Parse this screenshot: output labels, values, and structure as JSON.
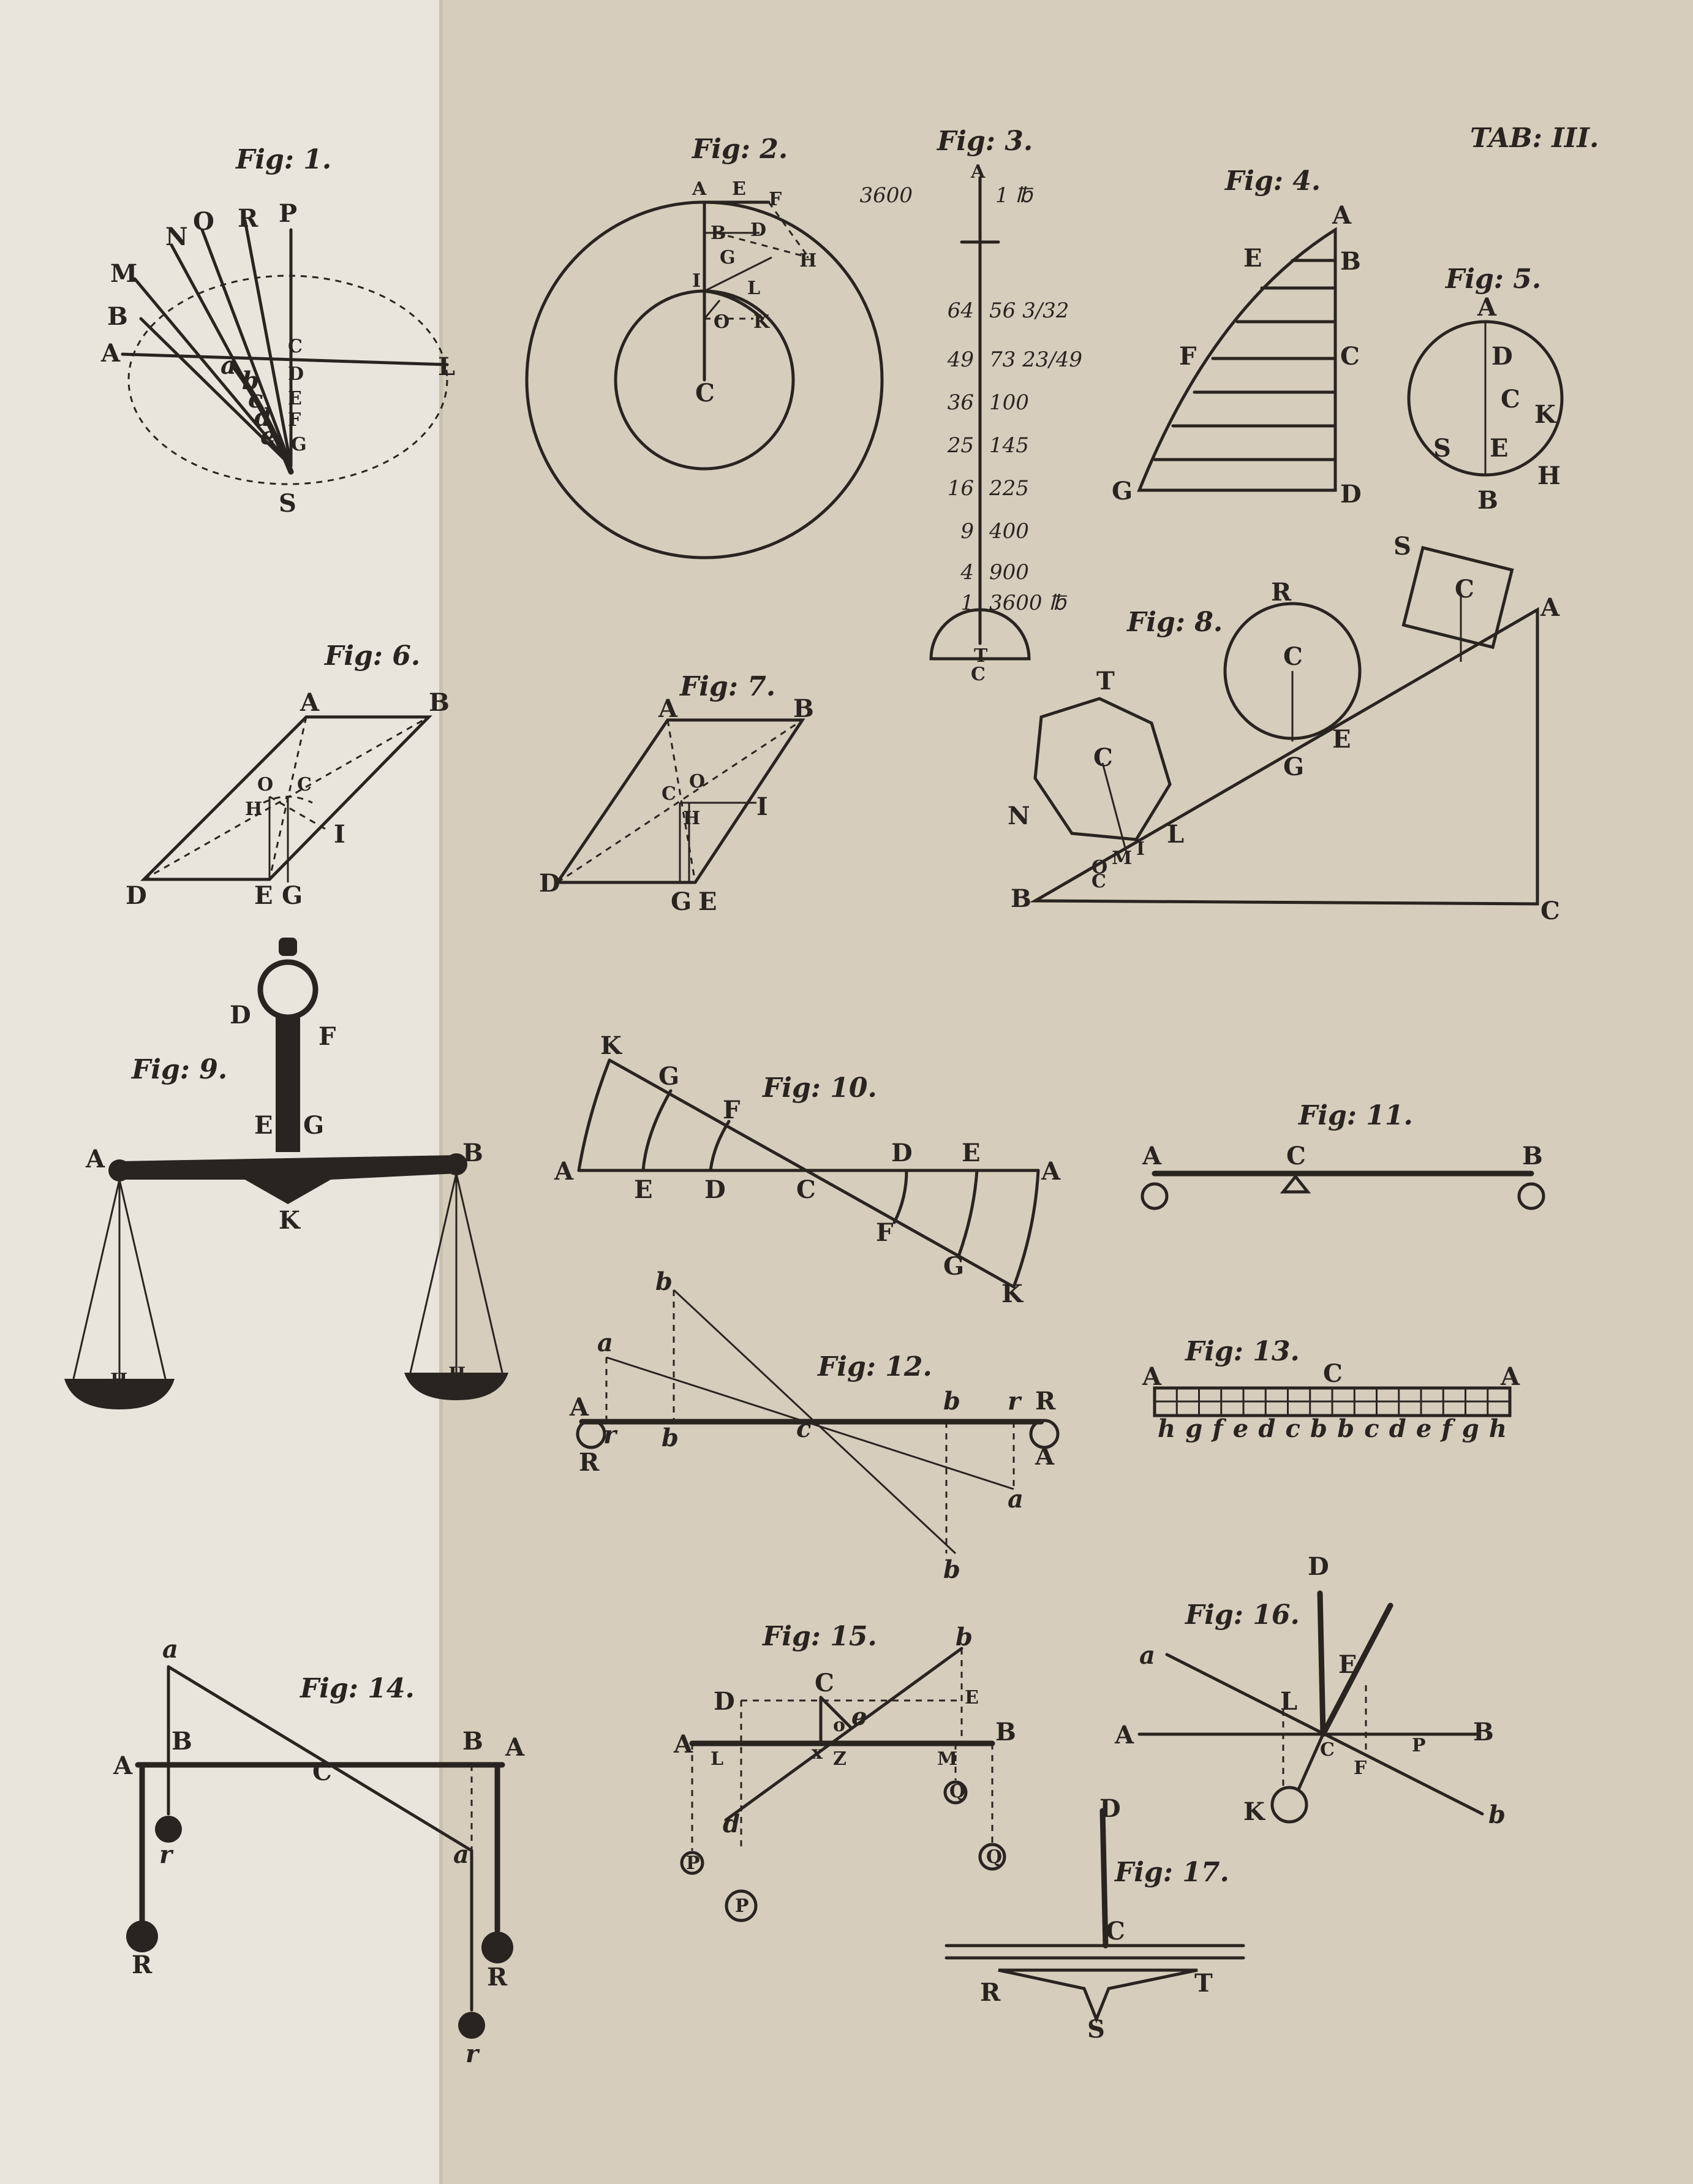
{
  "plate": {
    "tab": "TAB: III."
  },
  "figures": {
    "fig1": {
      "title": "Fig: 1.",
      "labels": [
        "N",
        "O",
        "R",
        "P",
        "M",
        "B",
        "A",
        "L",
        "C",
        "a",
        "D",
        "b",
        "E",
        "c",
        "F",
        "d",
        "G",
        "e",
        "S"
      ]
    },
    "fig2": {
      "title": "Fig: 2.",
      "labels": [
        "A",
        "E",
        "F",
        "B",
        "D",
        "G",
        "H",
        "I",
        "L",
        "O",
        "K",
        "C"
      ]
    },
    "fig3": {
      "title": "Fig: 3.",
      "top": "A",
      "bottom": "C",
      "ticks": [
        {
          "left": "3600",
          "right": "1 ℔"
        },
        {
          "left": "64",
          "right": "56 3/32"
        },
        {
          "left": "49",
          "right": "73 23/49"
        },
        {
          "left": "36",
          "right": "100"
        },
        {
          "left": "25",
          "right": "145"
        },
        {
          "left": "16",
          "right": "225"
        },
        {
          "left": "9",
          "right": "400"
        },
        {
          "left": "4",
          "right": "900"
        },
        {
          "left": "1",
          "right": "3600 ℔"
        }
      ],
      "base": "T"
    },
    "fig4": {
      "title": "Fig: 4.",
      "labels": [
        "A",
        "E",
        "B",
        "F",
        "C",
        "G",
        "D"
      ]
    },
    "fig5": {
      "title": "Fig: 5.",
      "labels": [
        "A",
        "D",
        "C",
        "K",
        "S",
        "E",
        "B",
        "H"
      ]
    },
    "fig6": {
      "title": "Fig: 6.",
      "labels": [
        "A",
        "B",
        "O",
        "C",
        "H",
        "I",
        "D",
        "E",
        "G"
      ]
    },
    "fig7": {
      "title": "Fig: 7.",
      "labels": [
        "A",
        "B",
        "O",
        "C",
        "H",
        "I",
        "D",
        "G",
        "E"
      ]
    },
    "fig8": {
      "title": "Fig: 8.",
      "labels": [
        "S",
        "C",
        "A",
        "R",
        "C",
        "T",
        "C",
        "G",
        "E",
        "N",
        "M",
        "I",
        "L",
        "O",
        "C",
        "B",
        "C"
      ]
    },
    "fig9": {
      "title": "Fig: 9.",
      "labels": [
        "D",
        "F",
        "E",
        "G",
        "A",
        "B",
        "K",
        "H",
        "H"
      ]
    },
    "fig10": {
      "title": "Fig: 10.",
      "labels": [
        "K",
        "G",
        "F",
        "A",
        "E",
        "D",
        "C",
        "D",
        "E",
        "A",
        "F",
        "G",
        "K"
      ]
    },
    "fig11": {
      "title": "Fig: 11.",
      "labels": [
        "A",
        "C",
        "B"
      ]
    },
    "fig12": {
      "title": "Fig: 12.",
      "labels": [
        "b",
        "a",
        "A",
        "R",
        "r",
        "b",
        "c",
        "b",
        "r",
        "R",
        "A",
        "a",
        "b"
      ]
    },
    "fig13": {
      "title": "Fig: 13.",
      "labels": [
        "A",
        "C",
        "A"
      ],
      "scale": "h g f e d c b b c d e f g h"
    },
    "fig14": {
      "title": "Fig: 14.",
      "labels": [
        "a",
        "A",
        "B",
        "C",
        "B",
        "A",
        "r",
        "a",
        "R",
        "R",
        "r"
      ]
    },
    "fig15": {
      "title": "Fig: 15.",
      "labels": [
        "C",
        "b",
        "D",
        "E",
        "o",
        "e",
        "A",
        "L",
        "x",
        "Z",
        "M",
        "B",
        "Q",
        "d",
        "P",
        "Q",
        "P"
      ]
    },
    "fig16": {
      "title": "Fig: 16.",
      "labels": [
        "D",
        "a",
        "E",
        "L",
        "A",
        "C",
        "P",
        "B",
        "F",
        "K",
        "b"
      ]
    },
    "fig17": {
      "title": "Fig: 17.",
      "labels": [
        "D",
        "C",
        "R",
        "T",
        "S"
      ]
    }
  }
}
